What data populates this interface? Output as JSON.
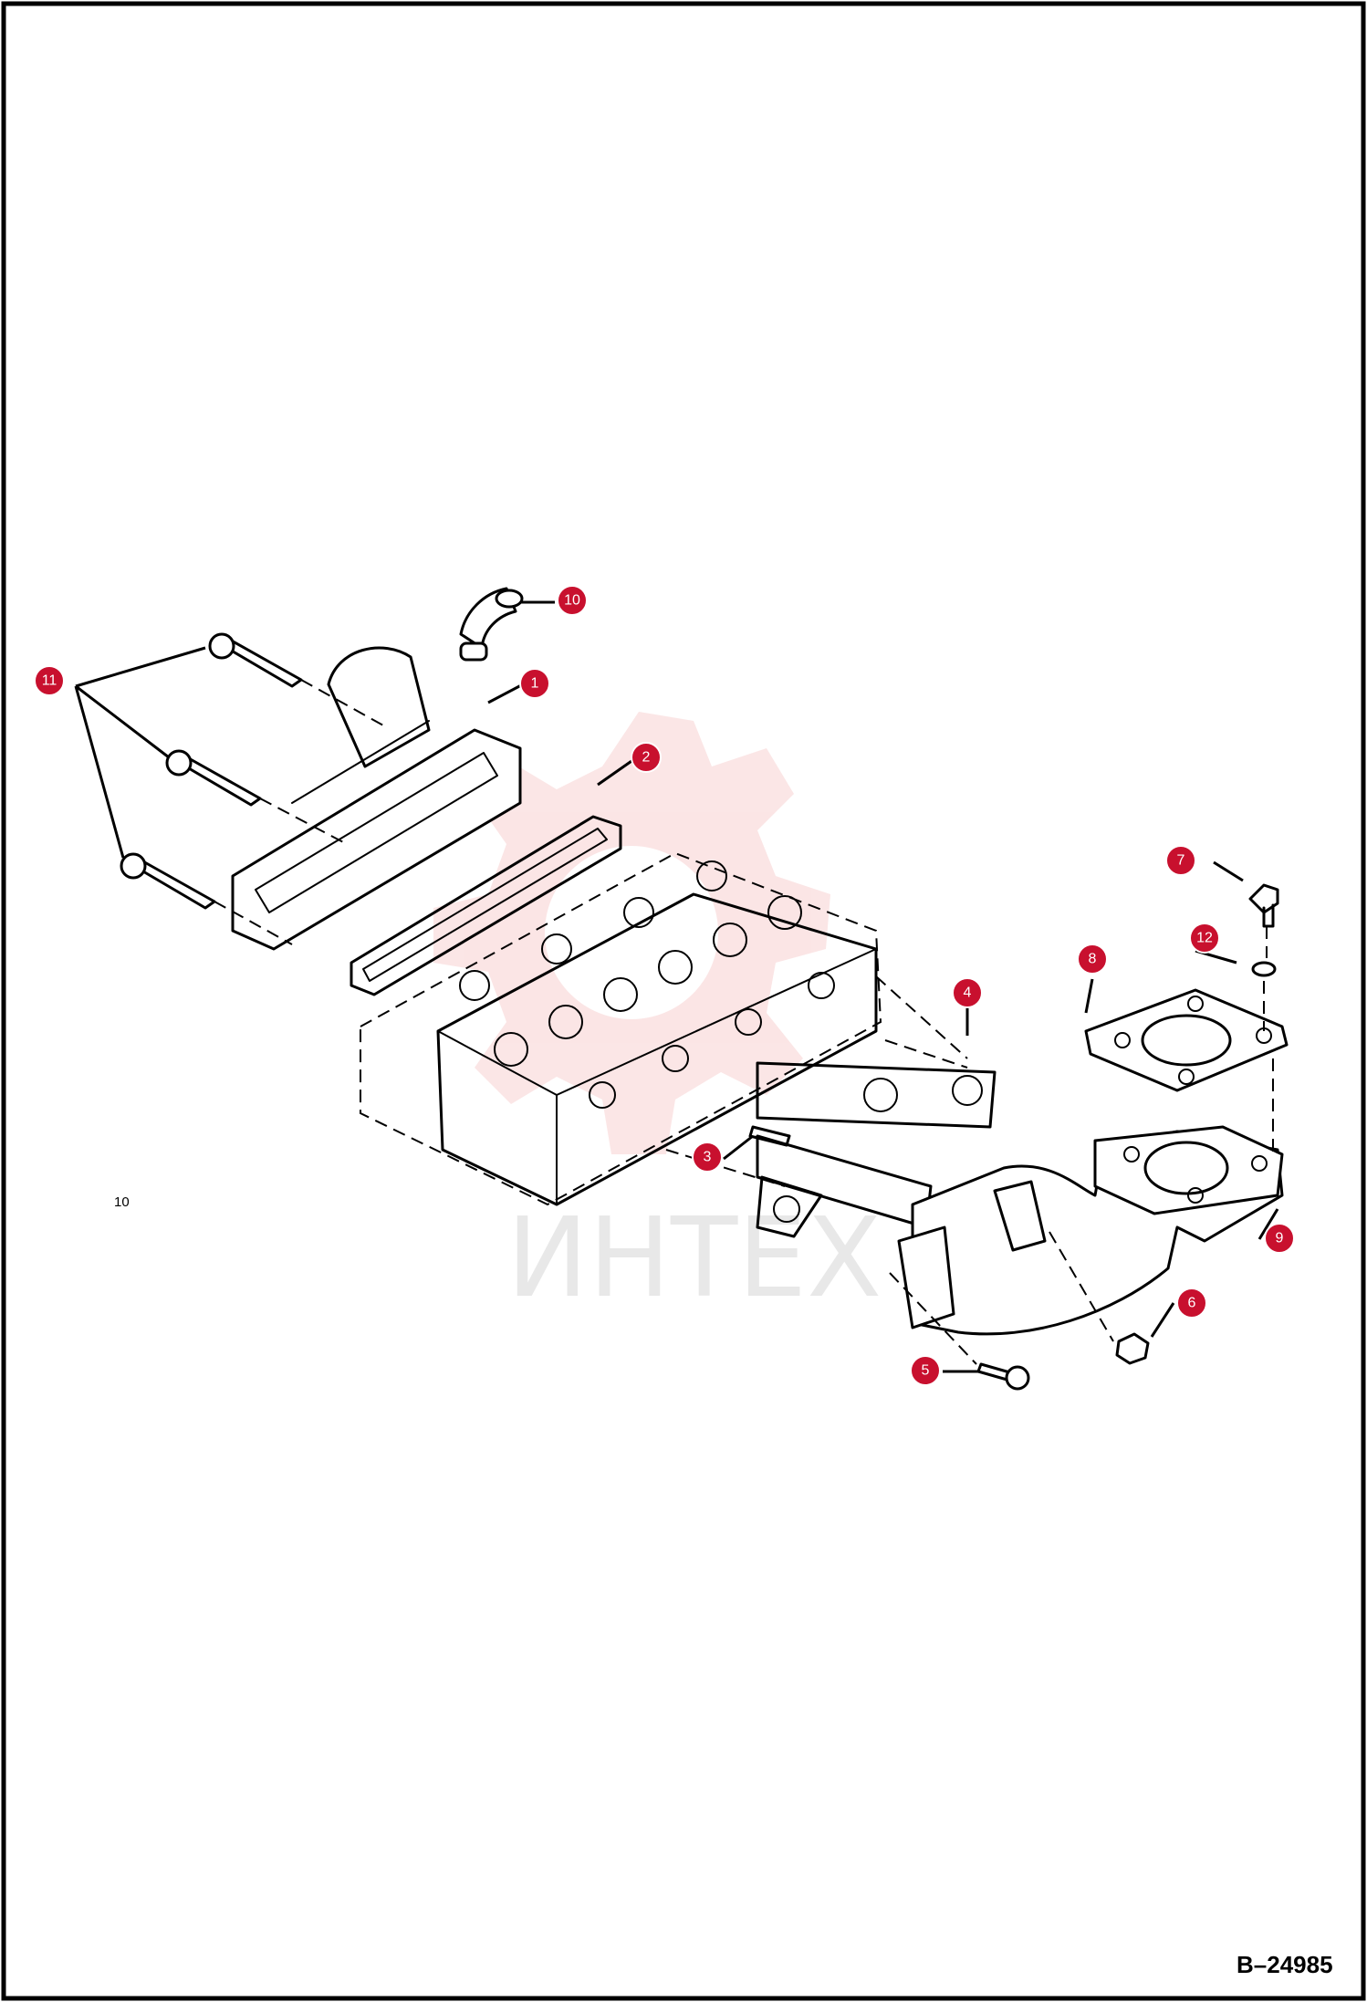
{
  "figure_id": "B–24985",
  "stray_label": "10",
  "watermark": "ИНТЕХ",
  "colors": {
    "callout": "#c8102e",
    "line": "#000000",
    "watermark_gear": "#f4b6b6"
  },
  "callouts": [
    {
      "id": "c1",
      "label": "1"
    },
    {
      "id": "c2",
      "label": "2"
    },
    {
      "id": "c3",
      "label": "3"
    },
    {
      "id": "c4",
      "label": "4"
    },
    {
      "id": "c5",
      "label": "5"
    },
    {
      "id": "c6",
      "label": "6"
    },
    {
      "id": "c7",
      "label": "7"
    },
    {
      "id": "c8",
      "label": "8"
    },
    {
      "id": "c9",
      "label": "9"
    },
    {
      "id": "c10",
      "label": "10"
    },
    {
      "id": "c11",
      "label": "11"
    },
    {
      "id": "c12",
      "label": "12"
    }
  ]
}
